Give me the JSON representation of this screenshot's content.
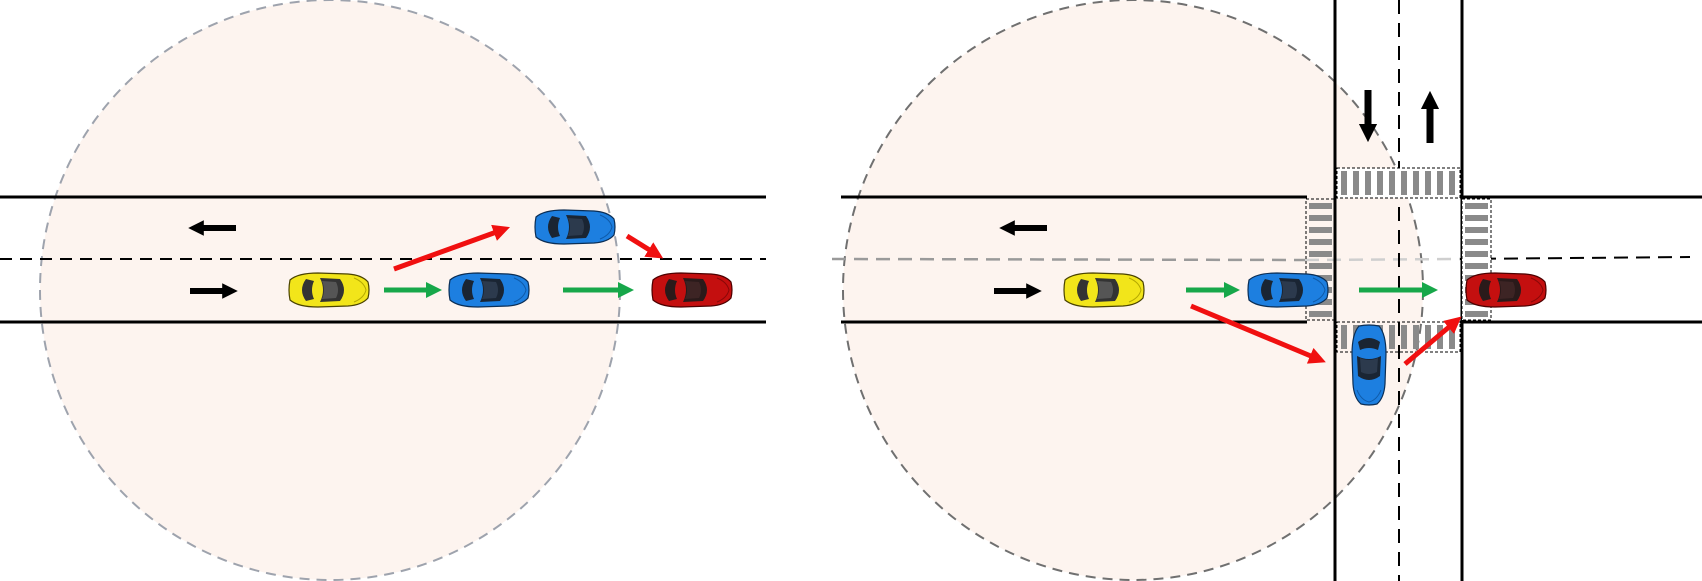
{
  "colors": {
    "range_fill": "#fdf4ef",
    "range_border_left": "#9ea3ad",
    "range_border_right": "#707070",
    "road_line": "#000000",
    "lane_divider": "#000000",
    "crosswalk": "#8a8a8a",
    "yellow_car": "#f2e51a",
    "blue_car": "#1d7fe0",
    "red_car": "#c40f0f",
    "green_arrow": "#17a74a",
    "red_arrow": "#f01010",
    "black_arrow": "#000000"
  },
  "scenarios": [
    {
      "name": "straight-road",
      "direction_arrows": [
        {
          "direction": "west",
          "icon": "arrow-left-icon"
        },
        {
          "direction": "east",
          "icon": "arrow-right-icon"
        }
      ],
      "cars": [
        {
          "id": "yellow-car",
          "color": "yellow",
          "heading": "east"
        },
        {
          "id": "blue-car-lane",
          "color": "blue",
          "heading": "east"
        },
        {
          "id": "blue-car-overtaking",
          "color": "blue",
          "heading": "east"
        },
        {
          "id": "red-car",
          "color": "red",
          "heading": "east"
        }
      ],
      "links": [
        {
          "type": "green",
          "from": "yellow-car",
          "to": "blue-car-lane"
        },
        {
          "type": "green",
          "from": "blue-car-lane",
          "to": "red-car"
        },
        {
          "type": "red",
          "from": "yellow-car",
          "to": "blue-car-overtaking"
        },
        {
          "type": "red",
          "from": "blue-car-overtaking",
          "to": "red-car"
        }
      ]
    },
    {
      "name": "intersection",
      "direction_arrows": [
        {
          "direction": "west",
          "icon": "arrow-left-icon"
        },
        {
          "direction": "east",
          "icon": "arrow-right-icon"
        },
        {
          "direction": "south",
          "icon": "arrow-down-icon"
        },
        {
          "direction": "north",
          "icon": "arrow-up-icon"
        }
      ],
      "cars": [
        {
          "id": "yellow-car",
          "color": "yellow",
          "heading": "east"
        },
        {
          "id": "blue-car-lane",
          "color": "blue",
          "heading": "east"
        },
        {
          "id": "blue-car-crossing",
          "color": "blue",
          "heading": "south"
        },
        {
          "id": "red-car",
          "color": "red",
          "heading": "east"
        }
      ],
      "links": [
        {
          "type": "green",
          "from": "yellow-car",
          "to": "blue-car-lane"
        },
        {
          "type": "green",
          "from": "blue-car-lane",
          "to": "red-car"
        },
        {
          "type": "red",
          "from": "yellow-car",
          "to": "blue-car-crossing"
        },
        {
          "type": "red",
          "from": "blue-car-crossing",
          "to": "red-car"
        }
      ]
    }
  ]
}
